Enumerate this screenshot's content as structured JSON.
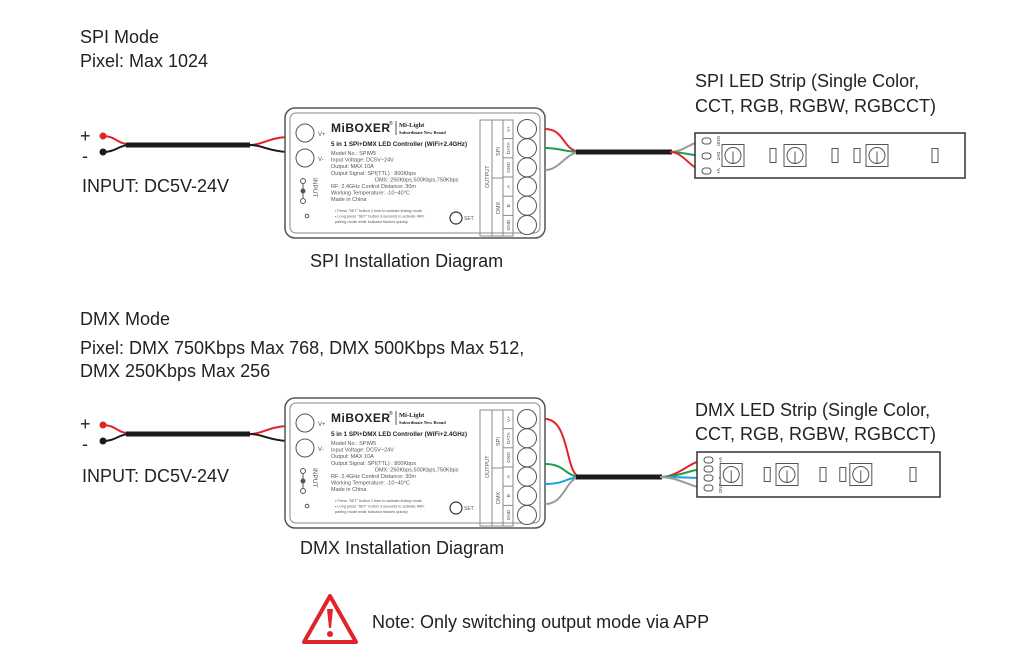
{
  "spi": {
    "mode_title": "SPI Mode",
    "pixel": "Pixel: Max 1024",
    "input_plus": "+",
    "input_minus": "-",
    "input_label": "INPUT: DC5V-24V",
    "caption": "SPI Installation Diagram",
    "strip_title_line1": "SPI LED Strip (Single Color,",
    "strip_title_line2": "CCT, RGB, RGBW, RGBCCT)",
    "strip_pads": [
      "GND",
      "DAT",
      "V+"
    ]
  },
  "dmx": {
    "mode_title": "DMX Mode",
    "pixel_line1": "Pixel: DMX 750Kbps Max 768, DMX 500Kbps Max 512,",
    "pixel_line2": "DMX 250Kbps Max 256",
    "input_plus": "+",
    "input_minus": "-",
    "input_label": "INPUT: DC5V-24V",
    "caption": "DMX Installation Diagram",
    "strip_title_line1": "DMX LED Strip (Single Color,",
    "strip_title_line2": "CCT, RGB, RGBW, RGBCCT)",
    "strip_pads": [
      "V+",
      "A",
      "B",
      "GND"
    ]
  },
  "controller": {
    "brand": "MiBOXER",
    "registered": "®",
    "sub_brand": "Mi-Light",
    "sub_brand_tagline": "Subordinate New Brand",
    "product_title": "5 in 1 SPI+DMX LED Controller (WiFi+2.4GHz)",
    "specs": [
      "Model No.: SPIW5",
      "Input Voltage: DC5V~24V",
      "Output: MAX 10A",
      "Output Signal: SPI(TTL) : 800Kbps",
      "DMX: 250Kbps,500Kbps,750Kbps",
      "RF: 2.4GHz  Control Distance: 30m",
      "Working Temperature: -10~40°C",
      "Made in China"
    ],
    "notes": [
      "• Press \"SET\" button 1 time to activate linking mode",
      "• Long press \"SET\" button 3 seconds to activate WiFi",
      "  pairing mode while indicator flashes quickly"
    ],
    "input_terminals": [
      "V+",
      "V-"
    ],
    "input_label": "INPUT",
    "set_label": "SET",
    "output_label": "OUTPUT",
    "group_spi": "SPI",
    "group_dmx": "DMX",
    "output_terminals": [
      "V+",
      "DATA",
      "GND",
      "A",
      "B",
      "GND"
    ]
  },
  "note": {
    "icon": "warning-triangle-icon",
    "text": "Note: Only switching output mode via APP",
    "color": "#e0242b"
  },
  "wire_colors": {
    "red": "#e0242b",
    "black": "#1a1a1a",
    "green": "#1e9e4a",
    "blue": "#1ea0dc",
    "grey": "#9a9a9a"
  }
}
